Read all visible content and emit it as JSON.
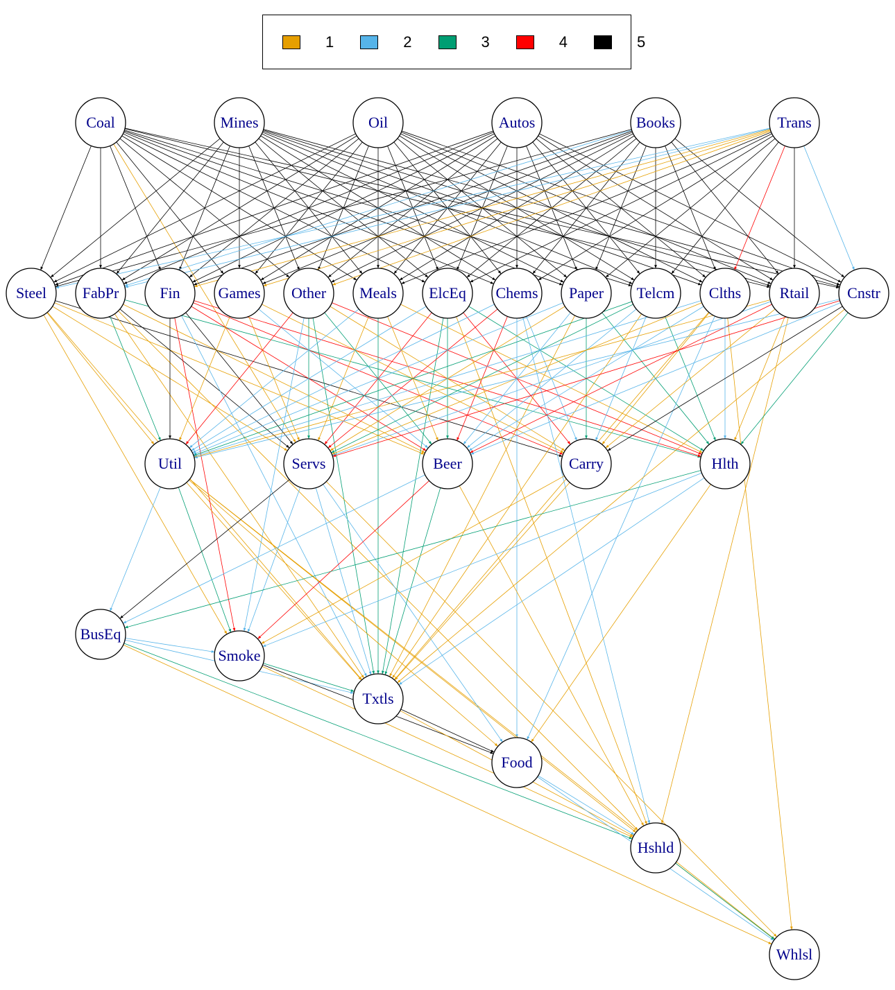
{
  "legend": {
    "entries": [
      {
        "label": "1",
        "color": "#E69F00"
      },
      {
        "label": "2",
        "color": "#56B4E9"
      },
      {
        "label": "3",
        "color": "#009E73"
      },
      {
        "label": "4",
        "color": "#FF0000"
      },
      {
        "label": "5",
        "color": "#000000"
      }
    ]
  },
  "nodes": [
    {
      "id": "Coal",
      "row": 0,
      "col": 1
    },
    {
      "id": "Mines",
      "row": 0,
      "col": 3
    },
    {
      "id": "Oil",
      "row": 0,
      "col": 5
    },
    {
      "id": "Autos",
      "row": 0,
      "col": 7
    },
    {
      "id": "Books",
      "row": 0,
      "col": 9
    },
    {
      "id": "Trans",
      "row": 0,
      "col": 11
    },
    {
      "id": "Steel",
      "row": 1,
      "col": 0
    },
    {
      "id": "FabPr",
      "row": 1,
      "col": 1
    },
    {
      "id": "Fin",
      "row": 1,
      "col": 2
    },
    {
      "id": "Games",
      "row": 1,
      "col": 3
    },
    {
      "id": "Other",
      "row": 1,
      "col": 4
    },
    {
      "id": "Meals",
      "row": 1,
      "col": 5
    },
    {
      "id": "ElcEq",
      "row": 1,
      "col": 6
    },
    {
      "id": "Chems",
      "row": 1,
      "col": 7
    },
    {
      "id": "Paper",
      "row": 1,
      "col": 8
    },
    {
      "id": "Telcm",
      "row": 1,
      "col": 9
    },
    {
      "id": "Clths",
      "row": 1,
      "col": 10
    },
    {
      "id": "Rtail",
      "row": 1,
      "col": 11
    },
    {
      "id": "Cnstr",
      "row": 1,
      "col": 12
    },
    {
      "id": "Util",
      "row": 2,
      "col": 2
    },
    {
      "id": "Servs",
      "row": 2,
      "col": 4
    },
    {
      "id": "Beer",
      "row": 2,
      "col": 6
    },
    {
      "id": "Carry",
      "row": 2,
      "col": 8
    },
    {
      "id": "Hlth",
      "row": 2,
      "col": 10
    },
    {
      "id": "BusEq",
      "row": 3,
      "col": 1
    },
    {
      "id": "Smoke",
      "row": 4,
      "col": 3
    },
    {
      "id": "Txtls",
      "row": 5,
      "col": 5
    },
    {
      "id": "Food",
      "row": 6,
      "col": 7
    },
    {
      "id": "Hshld",
      "row": 7,
      "col": 9
    },
    {
      "id": "Whlsl",
      "row": 8,
      "col": 11
    }
  ],
  "edges": [
    [
      "Coal",
      "Steel",
      5
    ],
    [
      "Coal",
      "FabPr",
      5
    ],
    [
      "Coal",
      "Fin",
      5
    ],
    [
      "Coal",
      "Games",
      5
    ],
    [
      "Coal",
      "Other",
      5
    ],
    [
      "Coal",
      "Meals",
      5
    ],
    [
      "Coal",
      "ElcEq",
      5
    ],
    [
      "Coal",
      "Chems",
      5
    ],
    [
      "Coal",
      "Paper",
      5
    ],
    [
      "Coal",
      "Telcm",
      5
    ],
    [
      "Coal",
      "Rtail",
      5
    ],
    [
      "Coal",
      "Cnstr",
      5
    ],
    [
      "Coal",
      "Servs",
      1
    ],
    [
      "Mines",
      "Steel",
      5
    ],
    [
      "Mines",
      "FabPr",
      5
    ],
    [
      "Mines",
      "Fin",
      5
    ],
    [
      "Mines",
      "Games",
      5
    ],
    [
      "Mines",
      "Other",
      5
    ],
    [
      "Mines",
      "Meals",
      5
    ],
    [
      "Mines",
      "ElcEq",
      5
    ],
    [
      "Mines",
      "Chems",
      5
    ],
    [
      "Mines",
      "Paper",
      5
    ],
    [
      "Mines",
      "Telcm",
      5
    ],
    [
      "Mines",
      "Clths",
      5
    ],
    [
      "Mines",
      "Rtail",
      5
    ],
    [
      "Mines",
      "Cnstr",
      5
    ],
    [
      "Oil",
      "Steel",
      5
    ],
    [
      "Oil",
      "FabPr",
      5
    ],
    [
      "Oil",
      "Fin",
      5
    ],
    [
      "Oil",
      "Games",
      5
    ],
    [
      "Oil",
      "Other",
      5
    ],
    [
      "Oil",
      "Meals",
      5
    ],
    [
      "Oil",
      "ElcEq",
      5
    ],
    [
      "Oil",
      "Chems",
      5
    ],
    [
      "Oil",
      "Paper",
      5
    ],
    [
      "Oil",
      "Telcm",
      5
    ],
    [
      "Oil",
      "Clths",
      5
    ],
    [
      "Oil",
      "Rtail",
      5
    ],
    [
      "Oil",
      "Cnstr",
      5
    ],
    [
      "Autos",
      "Steel",
      5
    ],
    [
      "Autos",
      "FabPr",
      5
    ],
    [
      "Autos",
      "Fin",
      5
    ],
    [
      "Autos",
      "Games",
      5
    ],
    [
      "Autos",
      "Other",
      5
    ],
    [
      "Autos",
      "Meals",
      5
    ],
    [
      "Autos",
      "ElcEq",
      5
    ],
    [
      "Autos",
      "Chems",
      5
    ],
    [
      "Autos",
      "Paper",
      5
    ],
    [
      "Autos",
      "Telcm",
      5
    ],
    [
      "Autos",
      "Clths",
      5
    ],
    [
      "Autos",
      "Rtail",
      5
    ],
    [
      "Autos",
      "Cnstr",
      5
    ],
    [
      "Books",
      "Steel",
      5
    ],
    [
      "Books",
      "FabPr",
      2
    ],
    [
      "Books",
      "Fin",
      5
    ],
    [
      "Books",
      "Games",
      5
    ],
    [
      "Books",
      "Other",
      5
    ],
    [
      "Books",
      "Meals",
      5
    ],
    [
      "Books",
      "ElcEq",
      5
    ],
    [
      "Books",
      "Chems",
      5
    ],
    [
      "Books",
      "Paper",
      5
    ],
    [
      "Books",
      "Telcm",
      5
    ],
    [
      "Books",
      "Clths",
      5
    ],
    [
      "Books",
      "Rtail",
      5
    ],
    [
      "Books",
      "Cnstr",
      5
    ],
    [
      "Trans",
      "Steel",
      2
    ],
    [
      "Trans",
      "FabPr",
      2
    ],
    [
      "Trans",
      "Fin",
      1
    ],
    [
      "Trans",
      "Games",
      1
    ],
    [
      "Trans",
      "Other",
      1
    ],
    [
      "Trans",
      "Meals",
      5
    ],
    [
      "Trans",
      "ElcEq",
      5
    ],
    [
      "Trans",
      "Chems",
      5
    ],
    [
      "Trans",
      "Paper",
      5
    ],
    [
      "Trans",
      "Telcm",
      5
    ],
    [
      "Trans",
      "Clths",
      4
    ],
    [
      "Trans",
      "Rtail",
      5
    ],
    [
      "Trans",
      "Cnstr",
      2
    ],
    [
      "Steel",
      "Util",
      1
    ],
    [
      "Steel",
      "Servs",
      1
    ],
    [
      "Steel",
      "Beer",
      1
    ],
    [
      "Steel",
      "Carry",
      5
    ],
    [
      "Steel",
      "Smoke",
      1
    ],
    [
      "Steel",
      "Txtls",
      1
    ],
    [
      "FabPr",
      "Util",
      3
    ],
    [
      "FabPr",
      "Servs",
      5
    ],
    [
      "FabPr",
      "Beer",
      1
    ],
    [
      "FabPr",
      "Hlth",
      3
    ],
    [
      "FabPr",
      "Txtls",
      1
    ],
    [
      "FabPr",
      "Hshld",
      1
    ],
    [
      "Fin",
      "Util",
      5
    ],
    [
      "Fin",
      "Servs",
      5
    ],
    [
      "Fin",
      "Beer",
      4
    ],
    [
      "Fin",
      "Carry",
      4
    ],
    [
      "Fin",
      "Hlth",
      4
    ],
    [
      "Fin",
      "Smoke",
      4
    ],
    [
      "Fin",
      "Txtls",
      2
    ],
    [
      "Games",
      "Util",
      1
    ],
    [
      "Games",
      "Servs",
      1
    ],
    [
      "Games",
      "Beer",
      2
    ],
    [
      "Games",
      "Carry",
      1
    ],
    [
      "Other",
      "Util",
      4
    ],
    [
      "Other",
      "Servs",
      3
    ],
    [
      "Other",
      "Beer",
      3
    ],
    [
      "Other",
      "Carry",
      1
    ],
    [
      "Other",
      "Hlth",
      4
    ],
    [
      "Other",
      "Txtls",
      3
    ],
    [
      "Other",
      "Smoke",
      2
    ],
    [
      "Meals",
      "Util",
      2
    ],
    [
      "Meals",
      "Servs",
      1
    ],
    [
      "Meals",
      "Beer",
      1
    ],
    [
      "Meals",
      "Hlth",
      1
    ],
    [
      "Meals",
      "Txtls",
      3
    ],
    [
      "ElcEq",
      "Util",
      2
    ],
    [
      "ElcEq",
      "Servs",
      4
    ],
    [
      "ElcEq",
      "Beer",
      3
    ],
    [
      "ElcEq",
      "Carry",
      4
    ],
    [
      "ElcEq",
      "Hlth",
      3
    ],
    [
      "ElcEq",
      "Txtls",
      3
    ],
    [
      "ElcEq",
      "Hshld",
      1
    ],
    [
      "Chems",
      "Util",
      2
    ],
    [
      "Chems",
      "Servs",
      4
    ],
    [
      "Chems",
      "Beer",
      4
    ],
    [
      "Chems",
      "Carry",
      2
    ],
    [
      "Chems",
      "Food",
      2
    ],
    [
      "Chems",
      "Hshld",
      2
    ],
    [
      "Paper",
      "Util",
      2
    ],
    [
      "Paper",
      "Servs",
      1
    ],
    [
      "Paper",
      "Beer",
      2
    ],
    [
      "Paper",
      "Carry",
      3
    ],
    [
      "Paper",
      "Hlth",
      3
    ],
    [
      "Paper",
      "Txtls",
      1
    ],
    [
      "Telcm",
      "Util",
      3
    ],
    [
      "Telcm",
      "Servs",
      3
    ],
    [
      "Telcm",
      "Beer",
      2
    ],
    [
      "Telcm",
      "Carry",
      2
    ],
    [
      "Telcm",
      "Hlth",
      3
    ],
    [
      "Telcm",
      "Txtls",
      1
    ],
    [
      "Clths",
      "Util",
      2
    ],
    [
      "Clths",
      "Servs",
      1
    ],
    [
      "Clths",
      "Beer",
      2
    ],
    [
      "Clths",
      "Carry",
      1
    ],
    [
      "Clths",
      "Hlth",
      2
    ],
    [
      "Clths",
      "Txtls",
      1
    ],
    [
      "Clths",
      "Food",
      2
    ],
    [
      "Clths",
      "Whlsl",
      1
    ],
    [
      "Rtail",
      "Util",
      1
    ],
    [
      "Rtail",
      "Servs",
      2
    ],
    [
      "Rtail",
      "Beer",
      4
    ],
    [
      "Rtail",
      "Carry",
      1
    ],
    [
      "Rtail",
      "Hlth",
      1
    ],
    [
      "Rtail",
      "Hshld",
      1
    ],
    [
      "Cnstr",
      "Util",
      2
    ],
    [
      "Cnstr",
      "Servs",
      4
    ],
    [
      "Cnstr",
      "Beer",
      2
    ],
    [
      "Cnstr",
      "Carry",
      5
    ],
    [
      "Cnstr",
      "Hlth",
      3
    ],
    [
      "Cnstr",
      "Txtls",
      1
    ],
    [
      "Util",
      "BusEq",
      2
    ],
    [
      "Util",
      "Smoke",
      3
    ],
    [
      "Util",
      "Txtls",
      1
    ],
    [
      "Util",
      "Hshld",
      1
    ],
    [
      "Util",
      "Whlsl",
      1
    ],
    [
      "Util",
      "Food",
      1
    ],
    [
      "Servs",
      "BusEq",
      5
    ],
    [
      "Servs",
      "Smoke",
      2
    ],
    [
      "Servs",
      "Txtls",
      2
    ],
    [
      "Servs",
      "Food",
      2
    ],
    [
      "Servs",
      "Whlsl",
      1
    ],
    [
      "Beer",
      "BusEq",
      2
    ],
    [
      "Beer",
      "Smoke",
      4
    ],
    [
      "Beer",
      "Txtls",
      3
    ],
    [
      "Beer",
      "Hshld",
      1
    ],
    [
      "Carry",
      "Smoke",
      1
    ],
    [
      "Carry",
      "Txtls",
      1
    ],
    [
      "Hlth",
      "BusEq",
      3
    ],
    [
      "Hlth",
      "Smoke",
      2
    ],
    [
      "Hlth",
      "Txtls",
      2
    ],
    [
      "Hlth",
      "Food",
      1
    ],
    [
      "BusEq",
      "Smoke",
      2
    ],
    [
      "BusEq",
      "Txtls",
      2
    ],
    [
      "BusEq",
      "Hshld",
      3
    ],
    [
      "BusEq",
      "Whlsl",
      1
    ],
    [
      "Smoke",
      "Txtls",
      3
    ],
    [
      "Smoke",
      "Food",
      5
    ],
    [
      "Smoke",
      "Hshld",
      1
    ],
    [
      "Txtls",
      "Food",
      5
    ],
    [
      "Txtls",
      "Hshld",
      1
    ],
    [
      "Food",
      "Hshld",
      2
    ],
    [
      "Food",
      "Whlsl",
      2
    ],
    [
      "Hshld",
      "Whlsl",
      1
    ],
    [
      "Hshld",
      "Whlsl",
      3
    ]
  ]
}
